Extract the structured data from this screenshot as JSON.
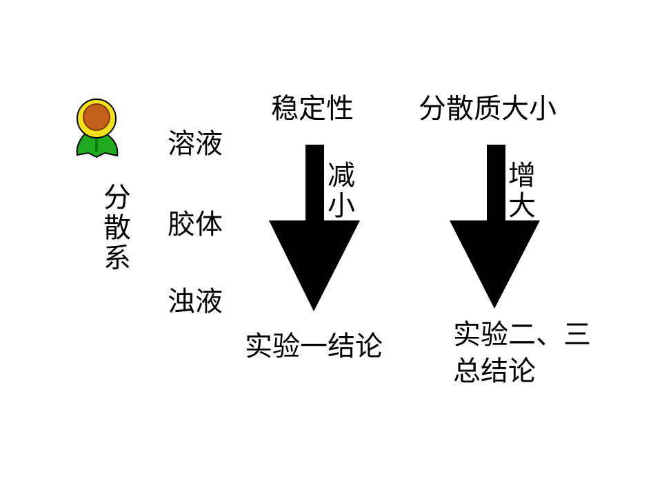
{
  "headers": {
    "stability": "稳定性",
    "particle_size": "分散质大小"
  },
  "dispersion_system": {
    "label": "分散系",
    "types": [
      "溶液",
      "胶体",
      "浊液"
    ]
  },
  "arrows": [
    {
      "label": "减小",
      "conclusion": "实验一结论"
    },
    {
      "label": "增大",
      "conclusion_line1": "实验二、三",
      "conclusion_line2": "总结论"
    }
  ],
  "colors": {
    "arrow": "#000000",
    "background": "#ffffff"
  },
  "icons": {
    "decoration": "sunflower-icon"
  }
}
